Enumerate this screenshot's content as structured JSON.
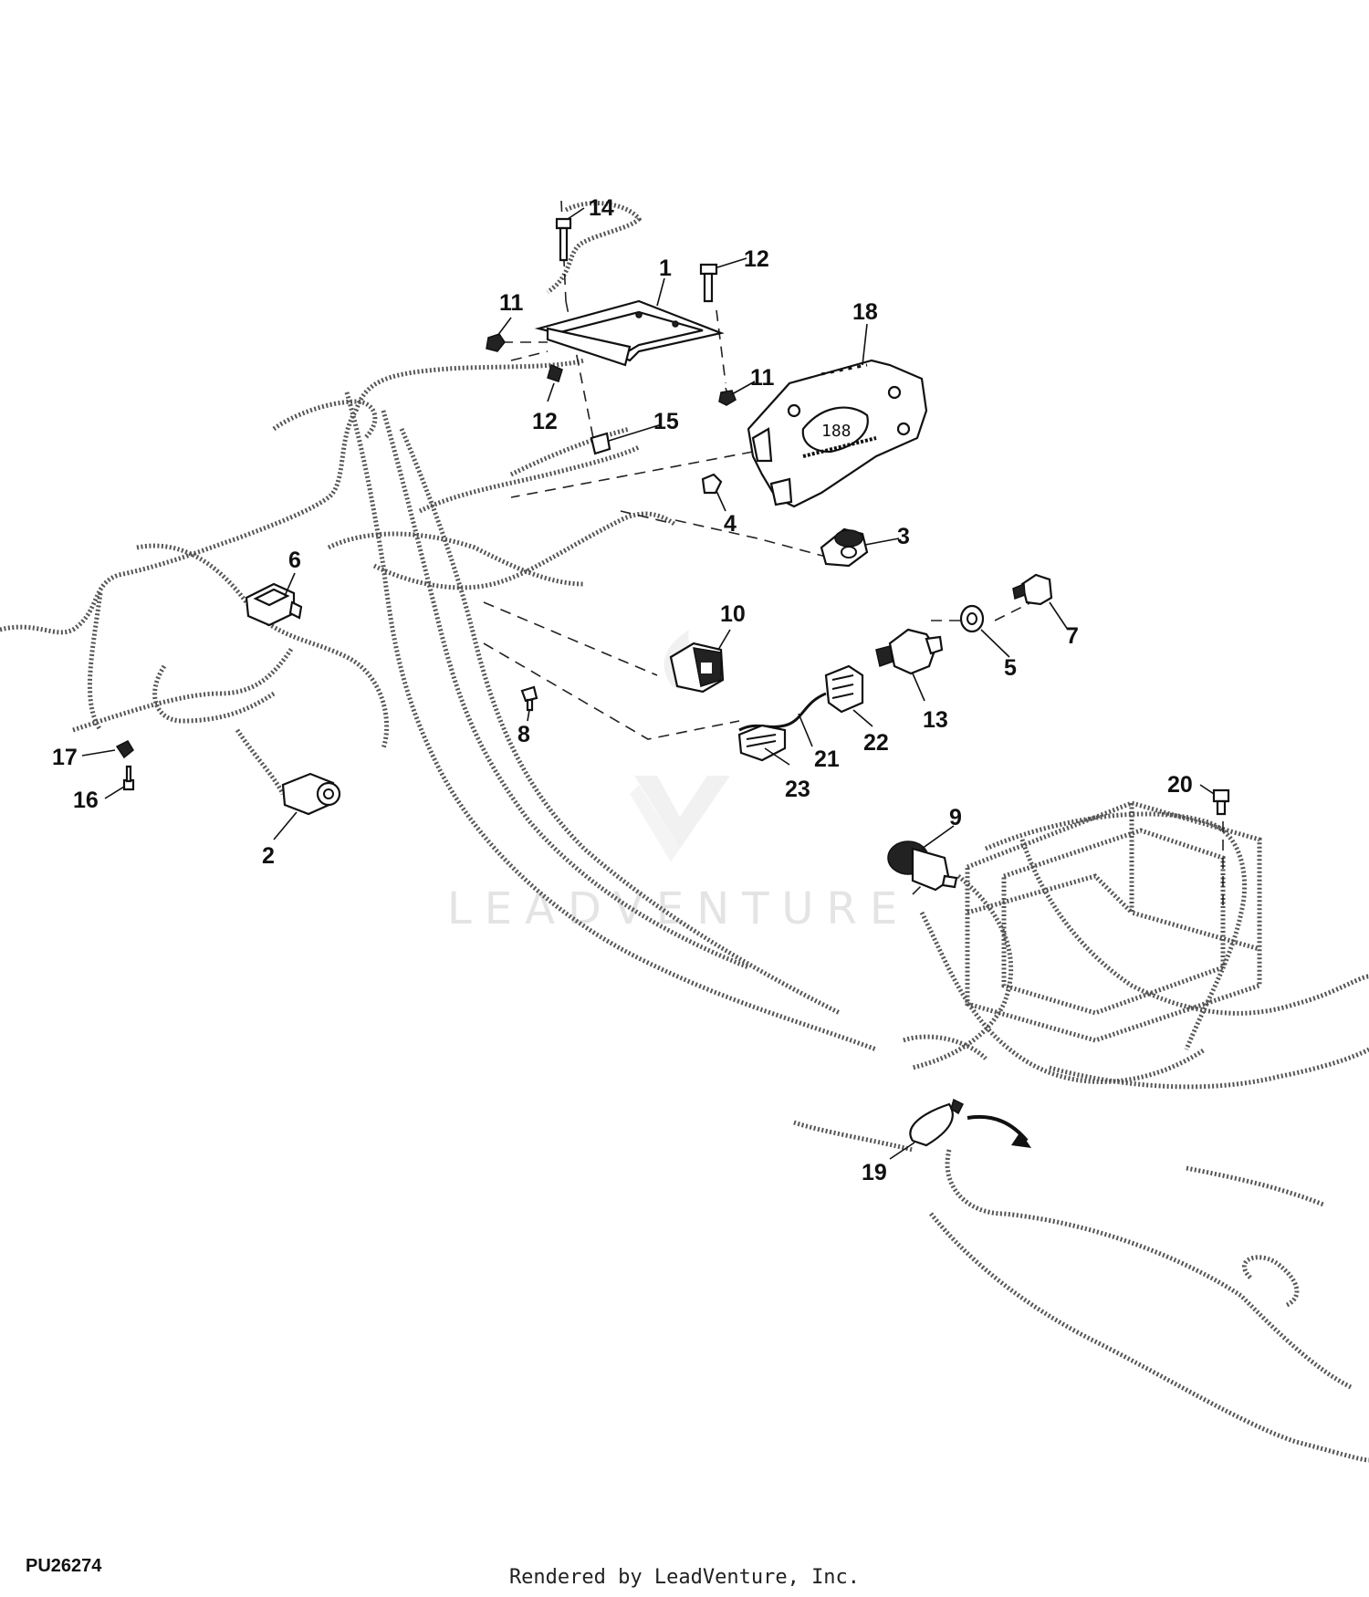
{
  "diagram": {
    "figure_id": "PU26274",
    "footer": "Rendered by LeadVenture, Inc.",
    "watermark": "LEADVENTURE",
    "callouts": [
      {
        "id": "c1",
        "label": "1"
      },
      {
        "id": "c2",
        "label": "2"
      },
      {
        "id": "c3",
        "label": "3"
      },
      {
        "id": "c4",
        "label": "4"
      },
      {
        "id": "c5",
        "label": "5"
      },
      {
        "id": "c6",
        "label": "6"
      },
      {
        "id": "c7",
        "label": "7"
      },
      {
        "id": "c8",
        "label": "8"
      },
      {
        "id": "c9",
        "label": "9"
      },
      {
        "id": "c10",
        "label": "10"
      },
      {
        "id": "c11a",
        "label": "11"
      },
      {
        "id": "c11b",
        "label": "11"
      },
      {
        "id": "c12a",
        "label": "12"
      },
      {
        "id": "c12b",
        "label": "12"
      },
      {
        "id": "c13",
        "label": "13"
      },
      {
        "id": "c14",
        "label": "14"
      },
      {
        "id": "c15",
        "label": "15"
      },
      {
        "id": "c16",
        "label": "16"
      },
      {
        "id": "c17",
        "label": "17"
      },
      {
        "id": "c18",
        "label": "18"
      },
      {
        "id": "c19",
        "label": "19"
      },
      {
        "id": "c20",
        "label": "20"
      },
      {
        "id": "c21",
        "label": "21"
      },
      {
        "id": "c22",
        "label": "22"
      },
      {
        "id": "c23",
        "label": "23"
      }
    ]
  }
}
